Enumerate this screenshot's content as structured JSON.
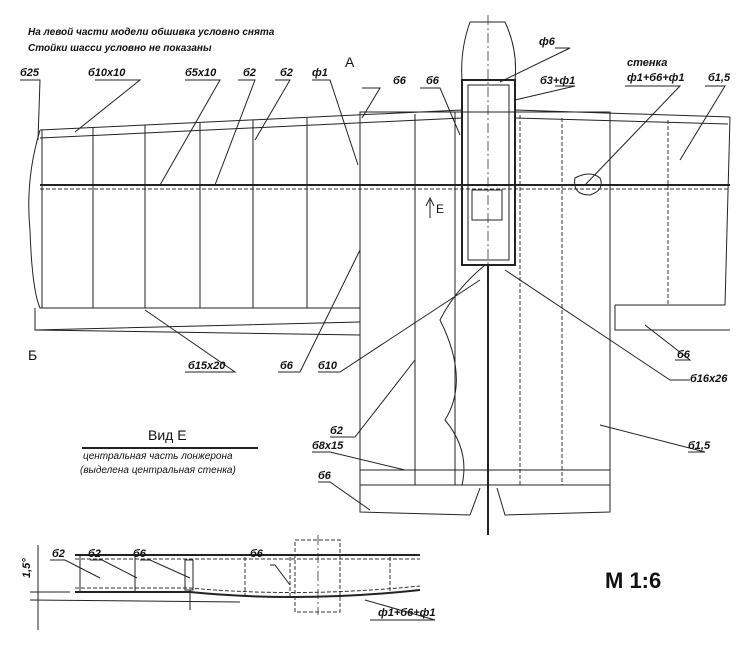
{
  "notes": {
    "line1": "На левой части  модели обшивка условно снята",
    "line2": "Стойки шасси условно не показаны"
  },
  "section_marks": {
    "a": "А",
    "b": "Б",
    "view_e_arrow": "Е"
  },
  "top_labels": [
    "б25",
    "б10х10",
    "б5х10",
    "б2",
    "б2",
    "ф1",
    "б6",
    "б6",
    "ф6",
    "б3+ф1",
    "стенка",
    "ф1+б6+ф1",
    "б1,5"
  ],
  "mid_labels": [
    "б15х20",
    "б6",
    "б10",
    "б2",
    "б16х26",
    "б6",
    "б1,5",
    "б8х15",
    "б6"
  ],
  "view_e": {
    "title": "Вид Е",
    "subtitle1": "центральная часть лонжерона",
    "subtitle2": "(выделена центральная стенка)",
    "labels": [
      "б2",
      "б2",
      "б6",
      "б6",
      "ф1+б6+ф1"
    ],
    "angle": "1,5°"
  },
  "scale": "М 1:6"
}
